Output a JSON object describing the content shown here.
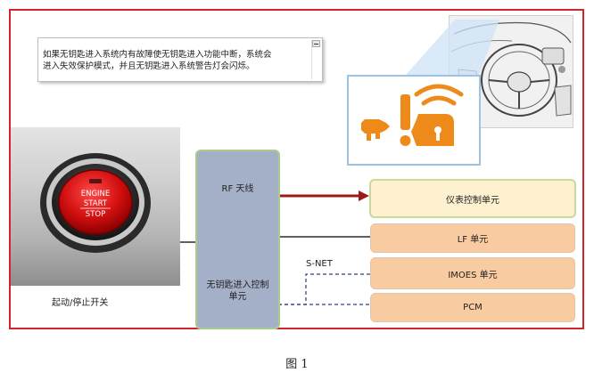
{
  "note": {
    "text_line1": "如果无钥匙进入系统内有故障使无钥匙进入功能中断，系统会",
    "text_line2": "进入失效保护模式，并且无钥匙进入系统警告灯会闪烁。"
  },
  "start_switch": {
    "button_line1": "ENGINE",
    "button_line2": "START",
    "button_line3": "STOP",
    "caption": "起动/停止开关"
  },
  "warning_icon": {
    "name": "keyless-warning-icon",
    "color": "#ee8a1a"
  },
  "control_unit": {
    "antenna_label": "RF 天线",
    "unit_label_line1": "无钥匙进入控制",
    "unit_label_line2": "单元"
  },
  "modules": {
    "cluster": "仪表控制单元",
    "lf": "LF 单元",
    "imoes": "IMOES 单元",
    "pcm": "PCM"
  },
  "bus_label": "S-NET",
  "figure_caption": "图 1",
  "colors": {
    "frame": "#d0262a",
    "arrow": "#9b1b1b",
    "unit_fill": "#a4b0c7",
    "module_fill": "#f8cba0",
    "cluster_fill": "#fdf1cf",
    "bus_line": "#2e3c8c"
  }
}
